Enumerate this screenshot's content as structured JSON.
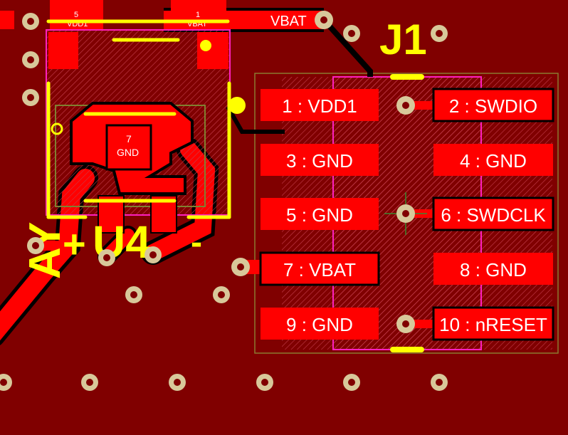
{
  "board": {
    "background": "#800000",
    "copper_color": "#ff0000",
    "silkscreen_color": "#ffff00",
    "keepout_color": "#ff00ff",
    "via_ring_color": "#d8c89a"
  },
  "connector_j1": {
    "designator": "J1",
    "pads": [
      {
        "id": "p1",
        "label": "1 : VDD1"
      },
      {
        "id": "p2",
        "label": "2 : SWDIO"
      },
      {
        "id": "p3",
        "label": "3 : GND"
      },
      {
        "id": "p4",
        "label": "4 : GND"
      },
      {
        "id": "p5",
        "label": "5 : GND"
      },
      {
        "id": "p6",
        "label": "6 : SWDCLK"
      },
      {
        "id": "p7",
        "label": "7 : VBAT"
      },
      {
        "id": "p8",
        "label": "8 : GND"
      },
      {
        "id": "p9",
        "label": "9 : GND"
      },
      {
        "id": "p10",
        "label": "10 : nRESET"
      }
    ]
  },
  "chip_u4": {
    "designator": "U4",
    "plus_mark": "+",
    "minus_mark": "-",
    "center_pad_number": "7",
    "center_pad_net": "GND"
  },
  "top_pads": {
    "left_num": "5",
    "left_net": "VDD1",
    "right_num": "1",
    "right_net": "VBAT"
  },
  "net_labels": {
    "vbat_trace": "VBAT"
  },
  "rotated_silk": {
    "text": "AY"
  }
}
